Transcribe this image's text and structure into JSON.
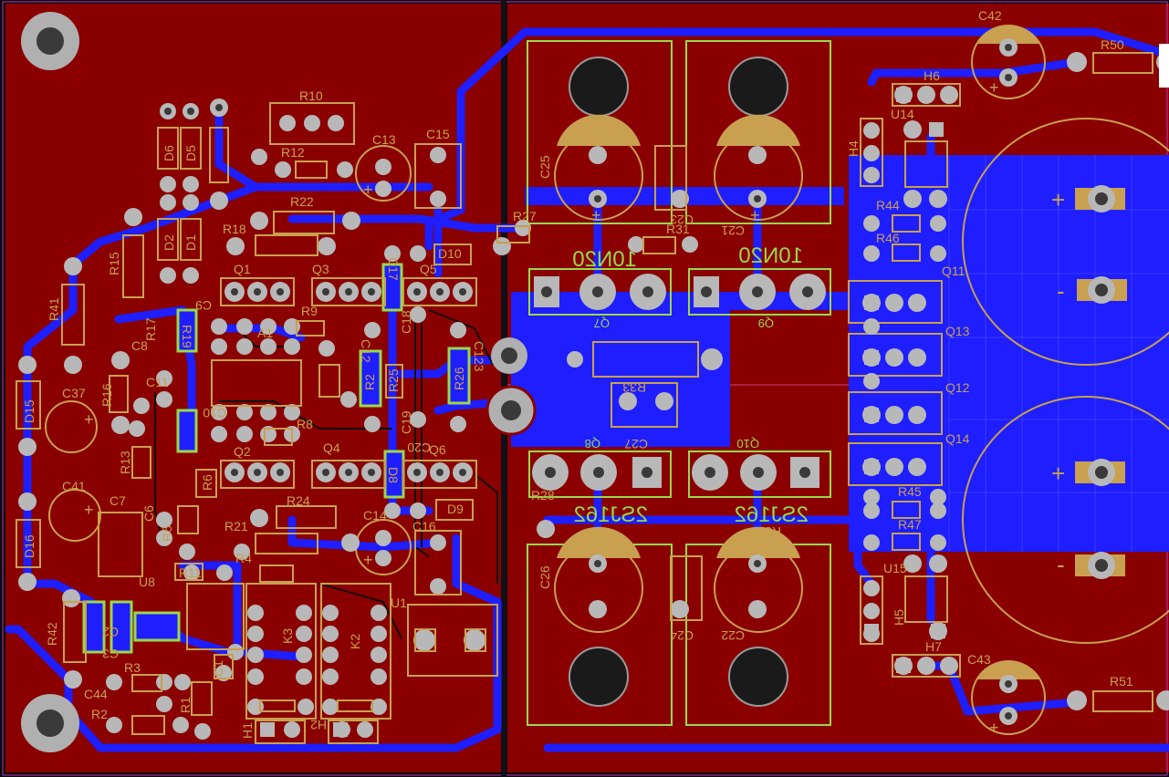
{
  "colors": {
    "copper": "#8a0000",
    "trace": "#1e1eff",
    "silk": "#c8a050",
    "outline": "#9ad84a",
    "pad": "#b8b8b8",
    "hole": "#3a3a3a",
    "bg": "#0b0b0b"
  },
  "labels": {
    "r10": "R10",
    "r12": "R12",
    "d6": "D6",
    "d5": "D5",
    "d2": "D2",
    "d1": "D1",
    "c13": "C13",
    "c15": "C15",
    "r22": "R22",
    "r18": "R18",
    "r15": "R15",
    "r41": "R41",
    "q1": "Q1",
    "q3": "Q3",
    "q5": "Q5",
    "d10": "D10",
    "r27": "R27",
    "r31": "R31",
    "c17": "C17",
    "c9": "C9",
    "r17": "R17",
    "r19": "R19",
    "c8": "C8",
    "r16": "R16",
    "c11": "C11",
    "c37": "C37",
    "d15": "D15",
    "r9": "R9",
    "a1": "A1",
    "c18": "C18",
    "c12": "C12",
    "r2": "R2",
    "r25": "R25",
    "c123": "C123",
    "r26": "R26",
    "c10": "C10",
    "r8": "R8",
    "c19": "C19",
    "c20": "C20",
    "q4": "Q4",
    "q6": "Q6",
    "q2": "Q2",
    "r13": "R13",
    "r6": "R6",
    "c41": "C41",
    "c7": "C7",
    "c6": "C6",
    "r5": "R5",
    "d8": "D8",
    "r24": "R24",
    "r21": "R21",
    "c14": "C14",
    "c16": "C16",
    "d9": "D9",
    "d16": "D16",
    "u8": "U8",
    "r11": "R11",
    "r4": "R4",
    "u1": "U1",
    "k3": "K3",
    "k2": "K2",
    "r42": "R42",
    "c2": "C2",
    "c3": "C3",
    "c1": "C1",
    "r3": "R3",
    "c44": "C44",
    "r2b": "R2",
    "r1": "R1",
    "h1": "H1",
    "h2": "H2",
    "c25": "C25",
    "c23": "C23",
    "c21": "C21",
    "part1": "10N20",
    "part2": "10N20",
    "q7": "Q7",
    "q9": "Q9",
    "r33": "R33",
    "c27": "C27",
    "q8": "Q8",
    "q10": "Q10",
    "r28": "R28",
    "r32": "R32",
    "part3": "2SJ162",
    "part4": "2SJ162",
    "c26": "C26",
    "c24": "C24",
    "c22": "C22",
    "c42": "C42",
    "r50": "R50",
    "h6": "H6",
    "u14": "U14",
    "h4": "H4",
    "r44": "R44",
    "r46": "R46",
    "q11": "Q11",
    "q13": "Q13",
    "q12": "Q12",
    "q14": "Q14",
    "r45": "R45",
    "r47": "R47",
    "u15": "U15",
    "h5": "H5",
    "h7": "H7",
    "c43": "C43",
    "r51": "R51",
    "plus": "+",
    "minus": "-"
  }
}
